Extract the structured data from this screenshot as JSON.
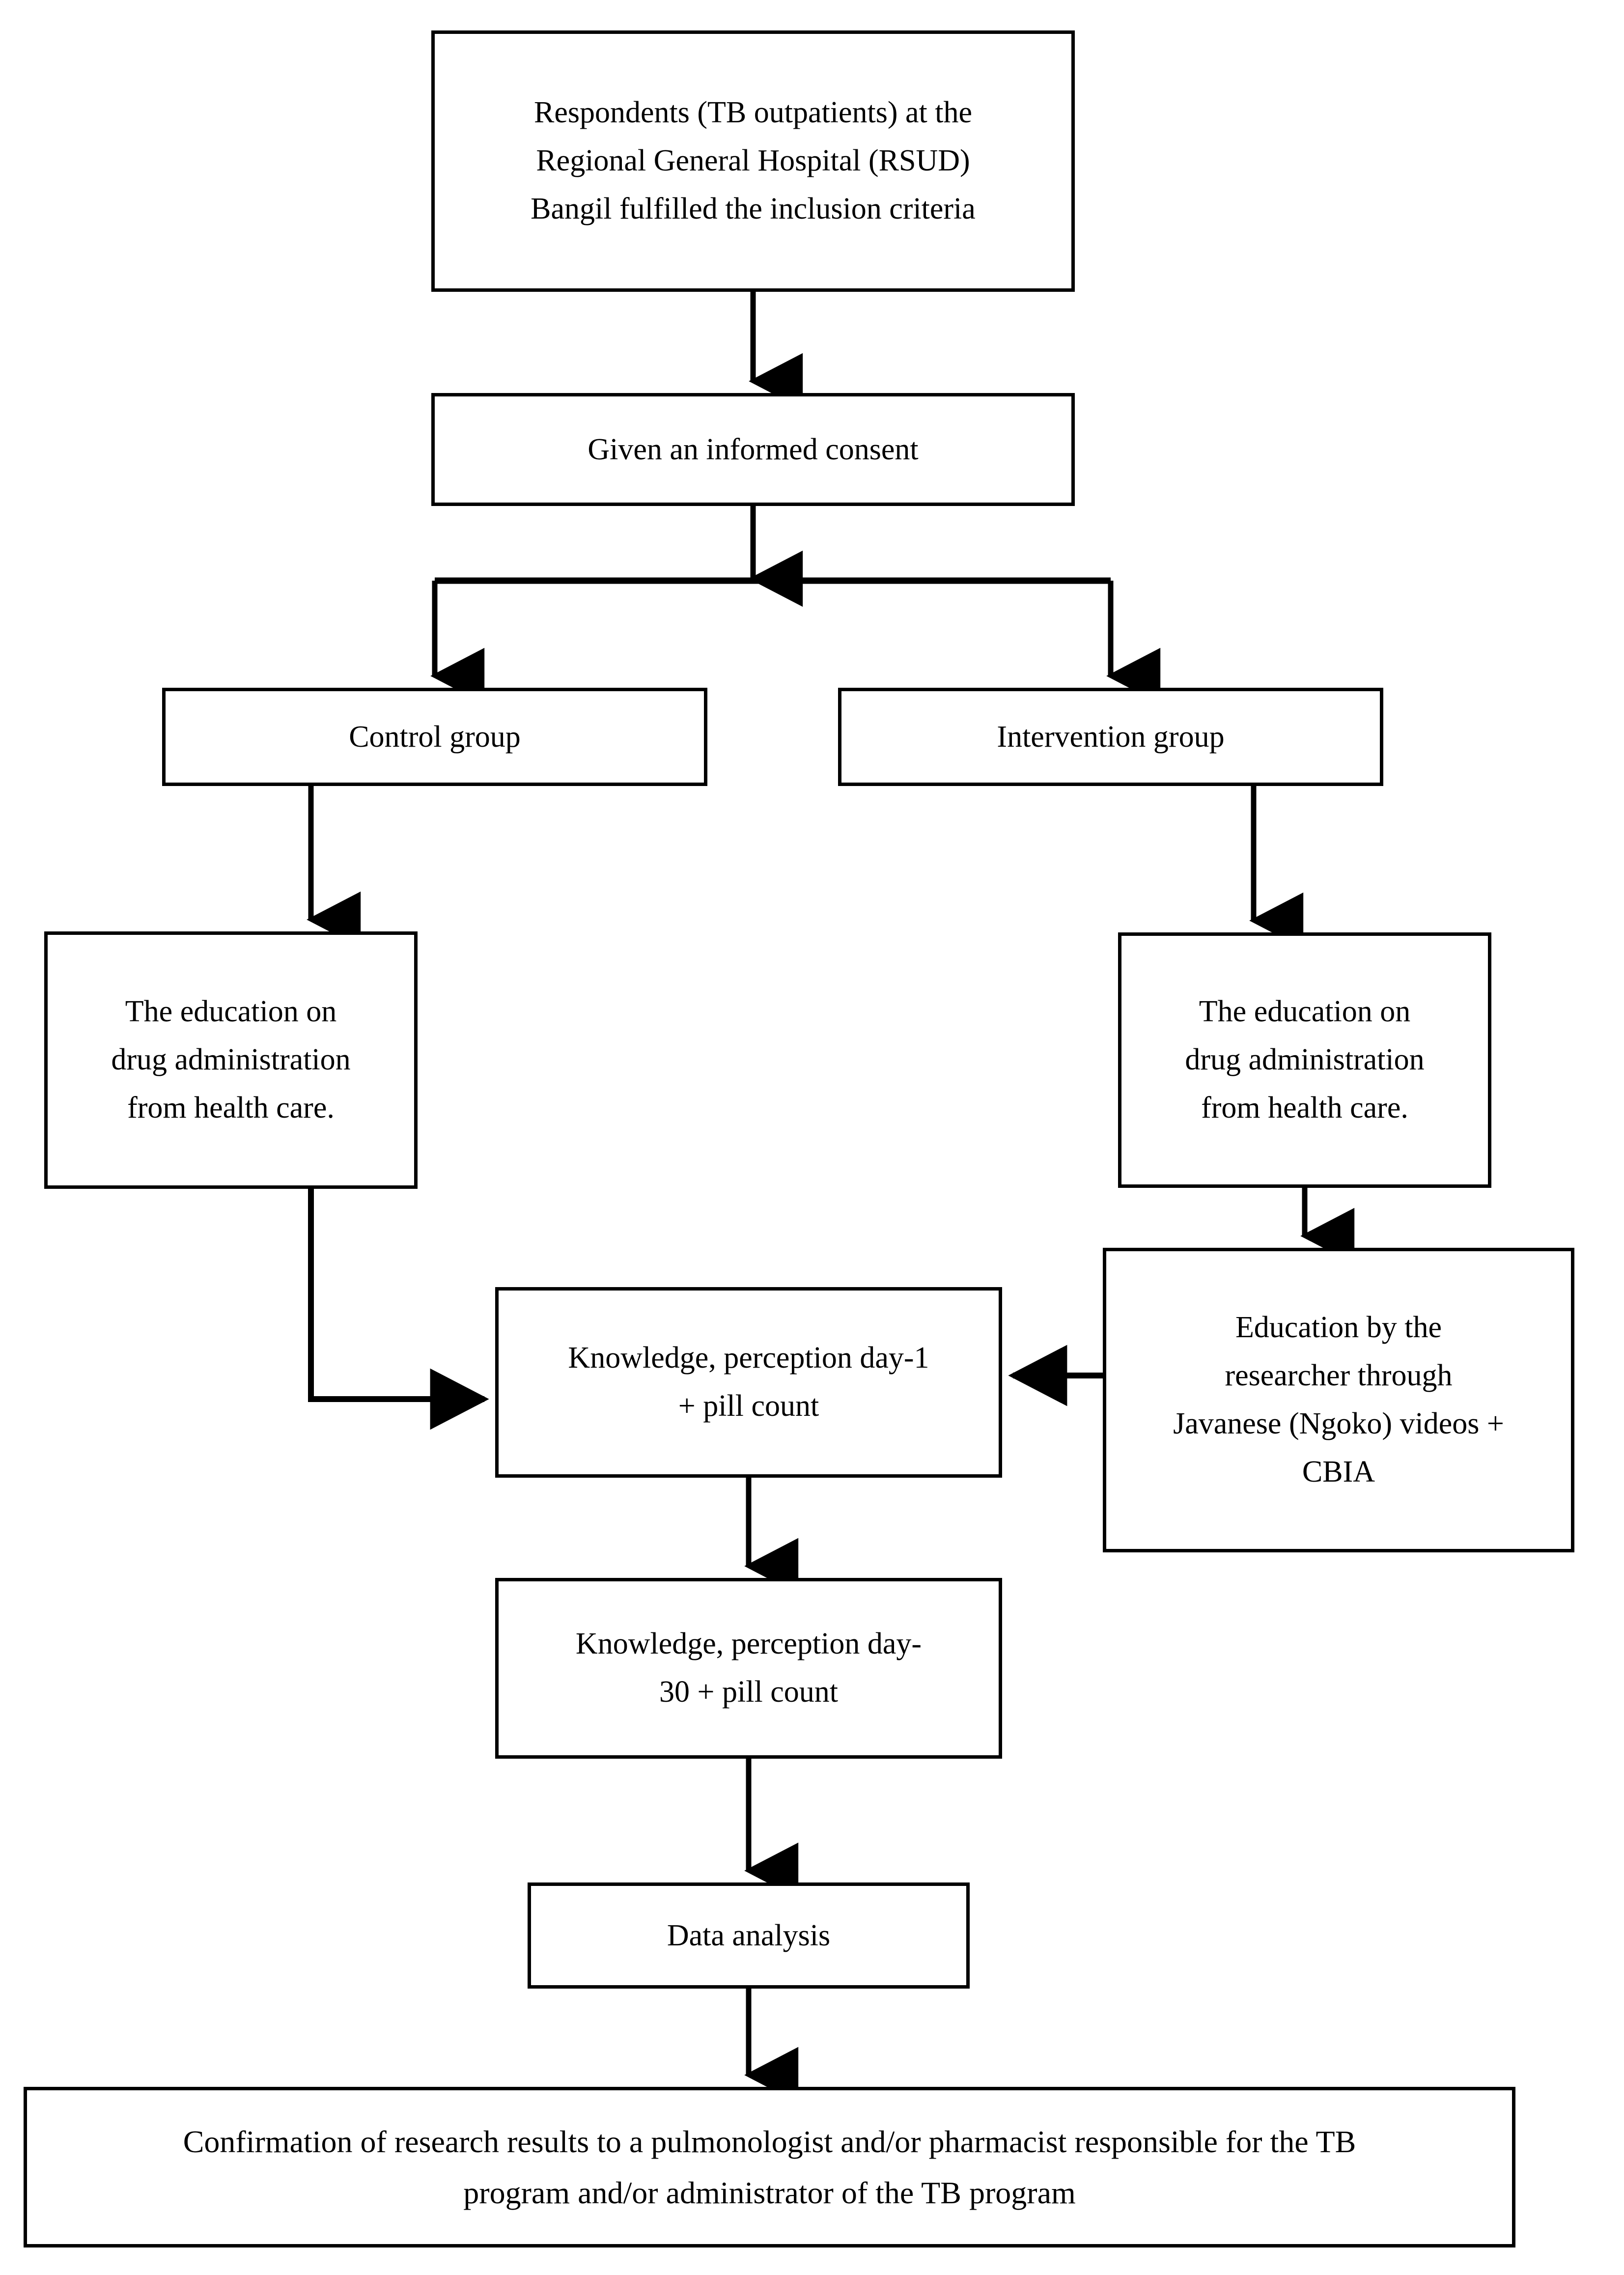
{
  "diagram": {
    "title": "Research flow diagram: TB outpatient education study",
    "colors": {
      "stroke": "#000000",
      "fill": "#ffffff",
      "text": "#000000"
    },
    "nodes": {
      "respondents": {
        "id": "respondents",
        "lines": [
          "Respondents (TB outpatients) at the",
          "Regional General Hospital (RSUD)",
          "Bangil fulfilled the inclusion criteria"
        ]
      },
      "consent": {
        "id": "consent",
        "lines": [
          "Given an informed consent"
        ]
      },
      "control": {
        "id": "control",
        "lines": [
          "Control group"
        ]
      },
      "intervention": {
        "id": "intervention",
        "lines": [
          "Intervention group"
        ]
      },
      "education_left": {
        "id": "education-control",
        "lines": [
          "The education on",
          "drug administration",
          "from health care."
        ]
      },
      "education_right": {
        "id": "education-intervention",
        "lines": [
          "The education on",
          "drug administration",
          "from health care."
        ]
      },
      "cbia": {
        "id": "cbia-video-education",
        "lines": [
          "Education by the",
          "researcher through",
          "Javanese (Ngoko) videos +",
          "CBIA"
        ]
      },
      "day1": {
        "id": "outcome-day-1",
        "lines": [
          "Knowledge, perception day-1",
          "+ pill count"
        ]
      },
      "day30": {
        "id": "outcome-day-30",
        "lines": [
          "Knowledge, perception day-",
          "30 + pill count"
        ]
      },
      "analysis": {
        "id": "data-analysis",
        "lines": [
          "Data analysis"
        ]
      },
      "confirm": {
        "id": "confirmation",
        "lines": [
          "Confirmation of research results to a pulmonologist and/or pharmacist responsible for the TB",
          "program and/or administrator of the TB program"
        ]
      }
    },
    "edges": [
      {
        "from": "respondents",
        "to": "consent",
        "kind": "vertical-arrow"
      },
      {
        "from": "consent",
        "to": "split",
        "kind": "vertical-arrow"
      },
      {
        "from": "split",
        "to": "control",
        "kind": "elbow-arrow-down-left"
      },
      {
        "from": "split",
        "to": "intervention",
        "kind": "elbow-arrow-down-right"
      },
      {
        "from": "control",
        "to": "education_left",
        "kind": "vertical-arrow"
      },
      {
        "from": "intervention",
        "to": "education_right",
        "kind": "vertical-arrow"
      },
      {
        "from": "education_left",
        "to": "day1",
        "kind": "elbow-arrow-right"
      },
      {
        "from": "education_right",
        "to": "cbia",
        "kind": "vertical-arrow"
      },
      {
        "from": "cbia",
        "to": "day1",
        "kind": "elbow-arrow-left"
      },
      {
        "from": "day1",
        "to": "day30",
        "kind": "vertical-arrow"
      },
      {
        "from": "day30",
        "to": "analysis",
        "kind": "vertical-arrow"
      },
      {
        "from": "analysis",
        "to": "confirm",
        "kind": "vertical-arrow"
      }
    ]
  }
}
